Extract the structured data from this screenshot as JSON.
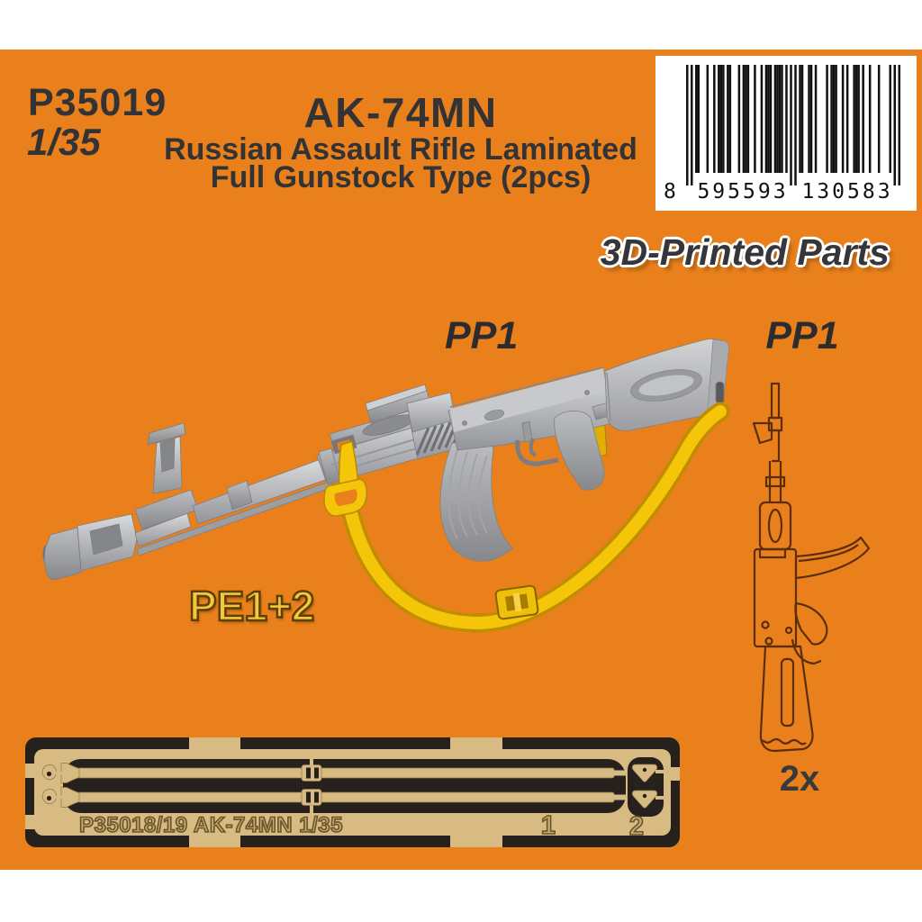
{
  "header": {
    "product_code": "P35019",
    "scale": "1/35",
    "title": "AK-74MN",
    "subtitle1": "Russian Assault Rifle Laminated",
    "subtitle2": "Full Gunstock Type (2pcs)"
  },
  "badge": {
    "text": "3D-Printed Parts"
  },
  "barcode": {
    "value": "8595593130583",
    "lead_digit": "8",
    "left_group": "595593",
    "right_group": "130583"
  },
  "labels": {
    "pp1_main": "PP1",
    "pp1_side": "PP1",
    "pe": "PE1+2",
    "quantity": "2x"
  },
  "fret": {
    "etched_text": "P35018/19  AK-74MN 1/35",
    "part1": "1",
    "part2": "2"
  },
  "colors": {
    "panel_orange": "#E9801C",
    "sling_yellow": "#F5C50A",
    "sling_gold": "#C18D00",
    "fret_brass": "#D8BB82",
    "fret_backing": "#26211D",
    "drawing_brown": "#5B2D0B",
    "text_dark": "#333336",
    "pe_yellow": "#F2C83C",
    "barcode_bg": "#FFFFFF"
  }
}
